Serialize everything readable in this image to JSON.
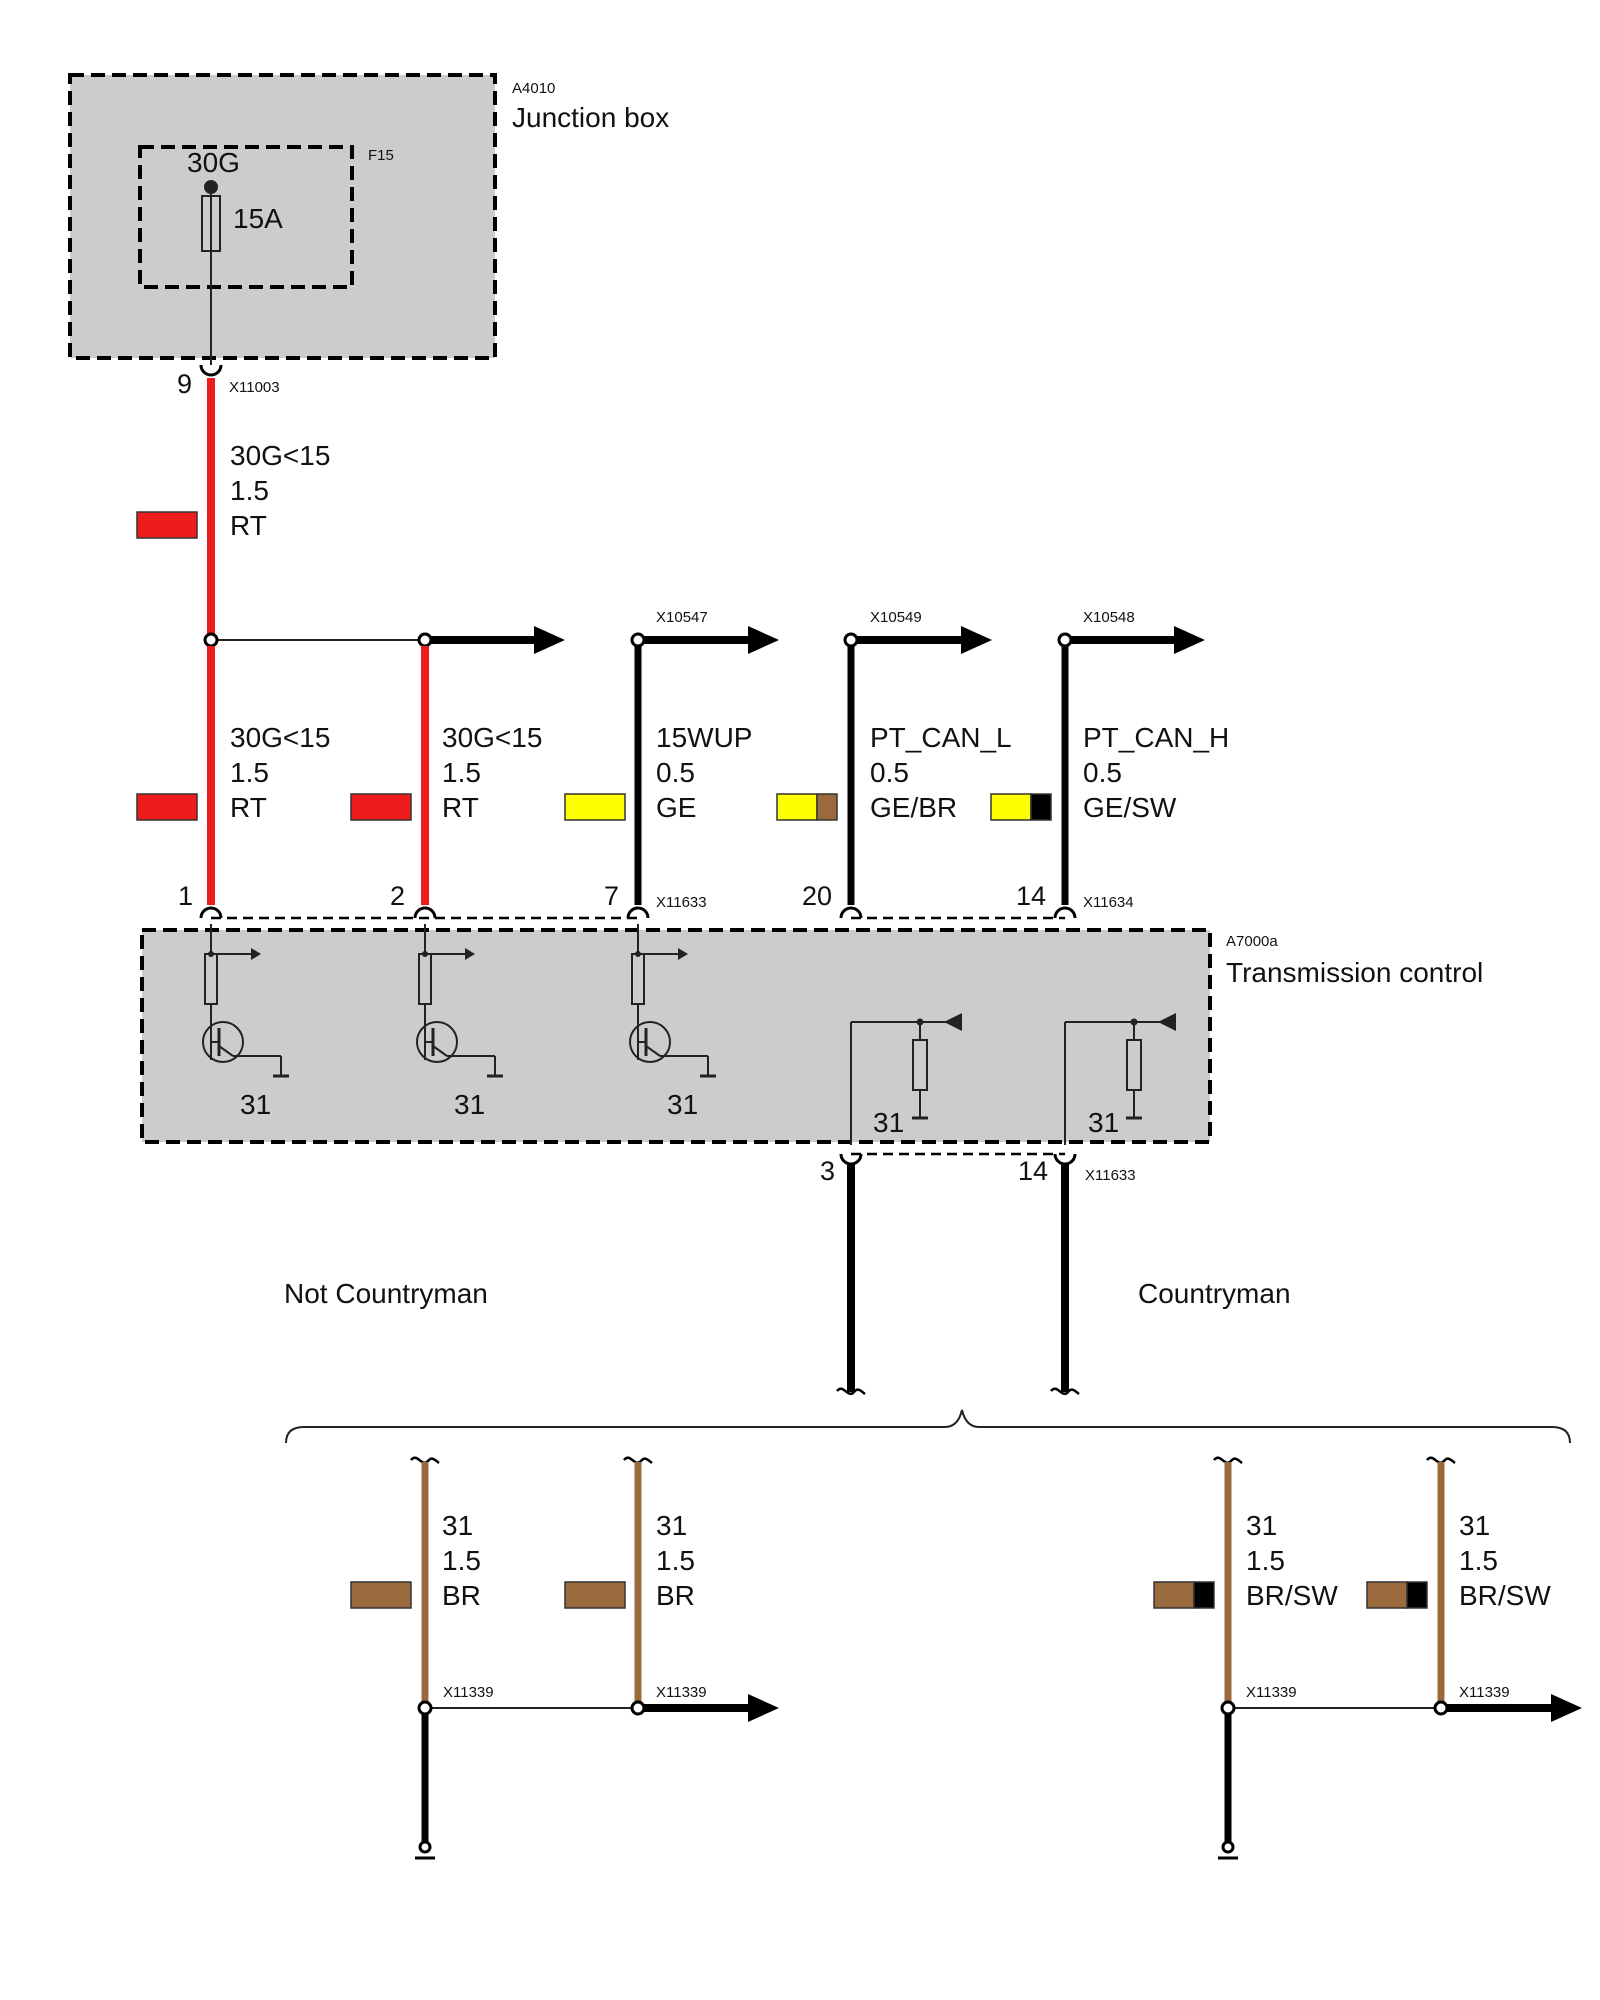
{
  "colors": {
    "module_fill": "#cccccc",
    "wire_red": "#ee1c1c",
    "wire_black": "#000000",
    "wire_brown": "#9b6a3c",
    "insul_yellow": "#ffff00",
    "insul_black": "#000000"
  },
  "junction_box": {
    "id": "A4010",
    "name": "Junction box",
    "fuse": {
      "id": "F15",
      "terminal": "30G",
      "rating": "15A"
    },
    "connector": "X11003",
    "pin": "9"
  },
  "feed_wire": {
    "signal": "30G<15",
    "gauge": "1.5",
    "color": "RT",
    "icon": "color-swatch"
  },
  "branches": [
    {
      "pin": "1",
      "signal": "30G<15",
      "gauge": "1.5",
      "color": "RT",
      "connector": ""
    },
    {
      "pin": "2",
      "signal": "30G<15",
      "gauge": "1.5",
      "color": "RT",
      "connector": ""
    },
    {
      "pin": "7",
      "signal": "15WUP",
      "gauge": "0.5",
      "color": "GE",
      "connector": "X10547"
    },
    {
      "pin": "20",
      "signal": "PT_CAN_L",
      "gauge": "0.5",
      "color": "GE/BR",
      "connector": "X10549"
    },
    {
      "pin": "14",
      "signal": "PT_CAN_H",
      "gauge": "0.5",
      "color": "GE/SW",
      "connector": "X10548"
    }
  ],
  "top_connector": "X11633",
  "top_connector_can": "X11634",
  "transmission_control": {
    "id": "A7000a",
    "name": "Transmission control",
    "ground_label": "31",
    "icons": [
      "transistor-icon",
      "resistor-icon",
      "ground-icon",
      "arrow-icon"
    ]
  },
  "bottom_pins": [
    {
      "pin": "3"
    },
    {
      "pin": "14",
      "connector": "X11633"
    }
  ],
  "variants": {
    "left": "Not Countryman",
    "right": "Countryman"
  },
  "ground_wires": [
    {
      "signal": "31",
      "gauge": "1.5",
      "color": "BR",
      "connector": "X11339"
    },
    {
      "signal": "31",
      "gauge": "1.5",
      "color": "BR",
      "connector": "X11339"
    },
    {
      "signal": "31",
      "gauge": "1.5",
      "color": "BR/SW",
      "connector": "X11339"
    },
    {
      "signal": "31",
      "gauge": "1.5",
      "color": "BR/SW",
      "connector": "X11339"
    }
  ]
}
